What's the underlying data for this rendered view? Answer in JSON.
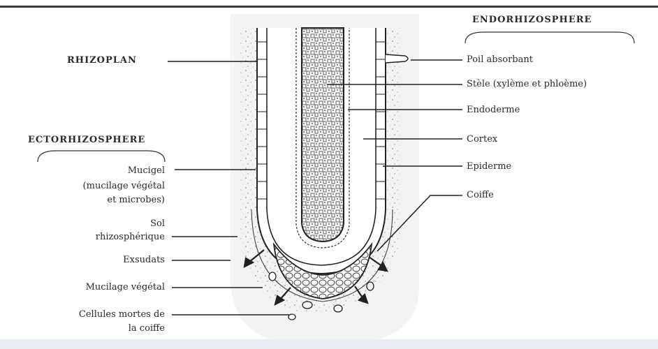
{
  "headings": {
    "rhizoplan": "RHIZOPLAN",
    "ectorhizosphere": "ECTORHIZOSPHERE",
    "endorhizosphere": "ENDORHIZOSPHERE"
  },
  "left_labels": {
    "mucigel_1": "Mucigel",
    "mucigel_2": "(mucilage végétal",
    "mucigel_3": "et microbes)",
    "sol_1": "Sol",
    "sol_2": "rhizosphérique",
    "exsudats": "Exsudats",
    "mucilage": "Mucilage végétal",
    "cellules_1": "Cellules mortes de",
    "cellules_2": "la coiffe"
  },
  "right_labels": {
    "poil": "Poil absorbant",
    "stele": "Stèle (xylème et phloème)",
    "endoderme": "Endoderme",
    "cortex": "Cortex",
    "epiderme": "Epiderme",
    "coiffe": "Coiffe"
  },
  "colors": {
    "ink": "#2a2a2a",
    "soil": "#f1f1f1",
    "background": "#ffffff"
  }
}
